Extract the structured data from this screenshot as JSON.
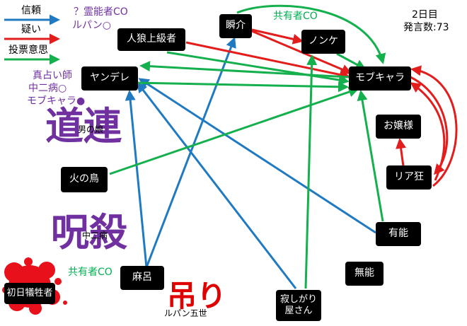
{
  "legend": {
    "trust": "信頼",
    "doubt": "疑い",
    "vote": "投票意思",
    "colors": {
      "trust": "#1f7ac2",
      "doubt": "#e31c1c",
      "vote": "#14b04d"
    }
  },
  "status": {
    "day": "2日目",
    "statements": "発言数:73"
  },
  "nodes": {
    "shunsuke": "瞬介",
    "jinro": "人狼上級者",
    "nonke": "ノンケ",
    "yandere": "ヤンデレ",
    "mobuchara": "モブキャラ",
    "ojousama": "お嬢様",
    "hinotori": "火の鳥",
    "riajuu": "リア狂",
    "yuunou": "有能",
    "maro": "麻呂",
    "munou": "無能",
    "sabishigari": "寂しがり\n屋さん",
    "shonichi": "初日犠牲者"
  },
  "annotations": {
    "reinousha": "？霊能者CO",
    "lupin_circle": "ルパン○",
    "kyouyuusha_top": "共有者CO",
    "uranaishi": "真占い師",
    "chuunibyou": "中二病○",
    "mobuchara_black": "モブキャラ●",
    "michizure": "道連",
    "otokonoko": "男の娘",
    "noroikoroshi": "呪殺",
    "chuunibyou_small": "中二病",
    "kyouyuusha_bottom": "共有者CO",
    "tsuri": "吊り",
    "lupin_gosei": "ルパン五世"
  }
}
